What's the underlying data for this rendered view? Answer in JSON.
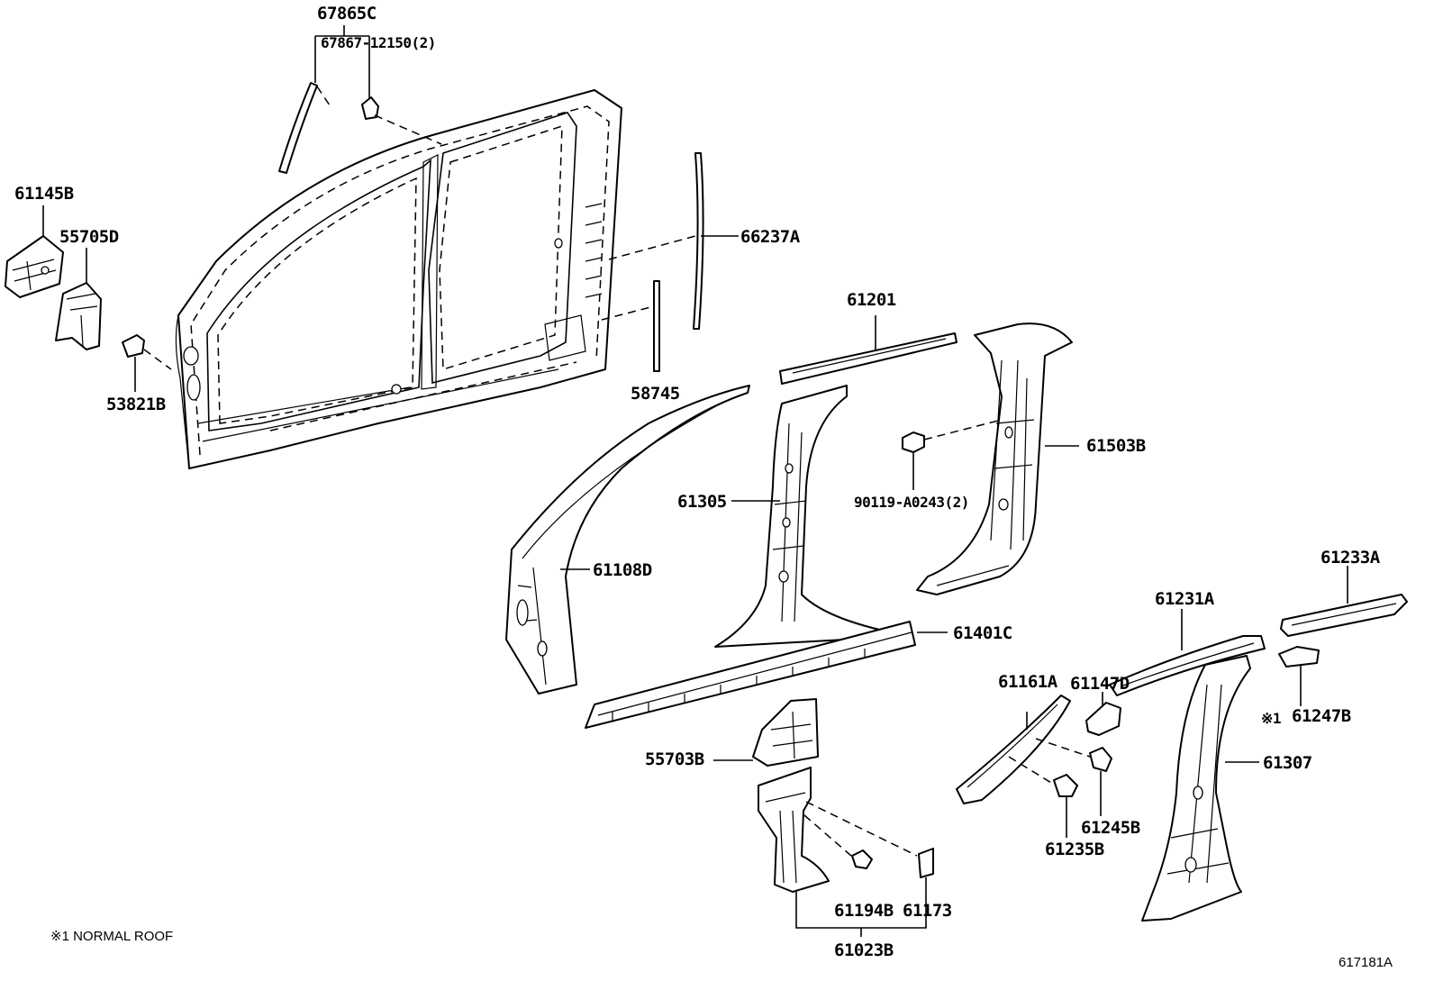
{
  "labels": {
    "p67865C": "67865C",
    "p67867": "67867-12150(2)",
    "p61145B": "61145B",
    "p55705D": "55705D",
    "p53821B": "53821B",
    "p66237A": "66237A",
    "p58745": "58745",
    "p61201": "61201",
    "p61503B": "61503B",
    "p90119": "90119-A0243(2)",
    "p61305": "61305",
    "p61108D": "61108D",
    "p61401C": "61401C",
    "p61233A": "61233A",
    "p61231A": "61231A",
    "p61147D": "61147D",
    "p61161A": "61161A",
    "p61247B": "61247B",
    "p61307": "61307",
    "p55703B": "55703B",
    "p61245B": "61245B",
    "p61235B": "61235B",
    "p61194B": "61194B",
    "p61173": "61173",
    "p61023B": "61023B"
  },
  "marker": "※1",
  "footnote": "※1 NORMAL ROOF",
  "figure_id": "617181A"
}
